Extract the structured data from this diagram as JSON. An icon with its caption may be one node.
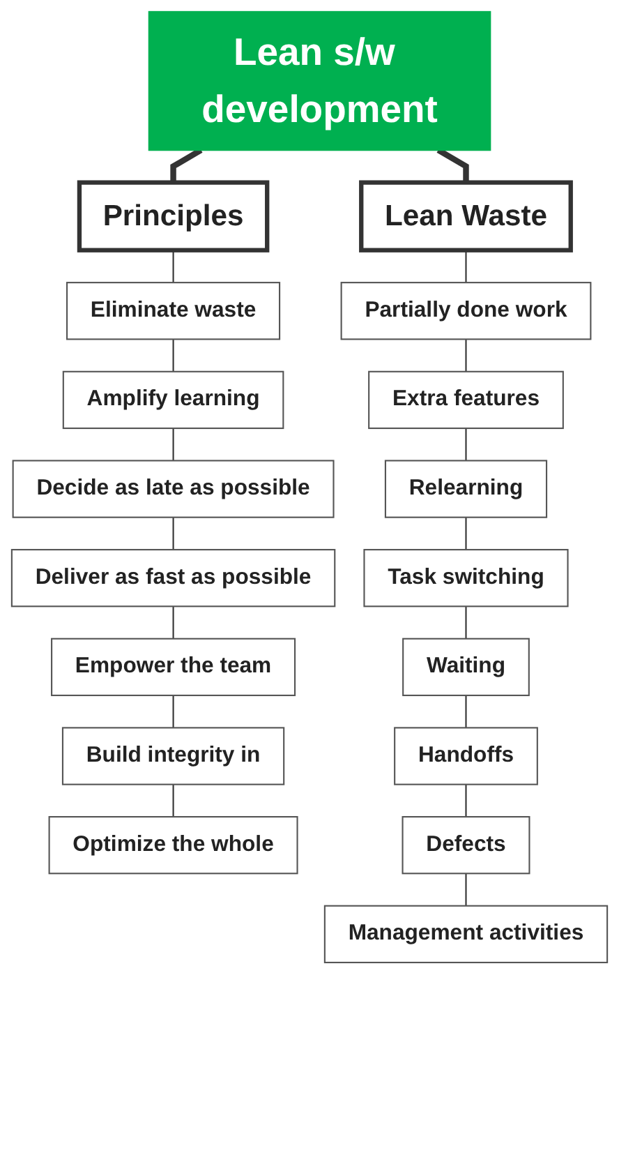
{
  "diagram": {
    "nodes": [
      {
        "text": [
          "Lean s/w development"
        ]
      },
      {
        "text": [
          "Principles"
        ]
      },
      {
        "text": [
          "Eliminate waste"
        ]
      },
      {
        "text": [
          "Amplify learning"
        ]
      },
      {
        "text": [
          "Decide as late as possible"
        ]
      },
      {
        "text": [
          "Deliver as fast as possible"
        ]
      },
      {
        "text": [
          "Empower the team"
        ]
      },
      {
        "text": [
          "Build integrity in"
        ]
      },
      {
        "text": [
          "Optimize the whole"
        ]
      },
      {
        "text": [
          "Lean Waste"
        ]
      },
      {
        "text": [
          "Partially done work"
        ]
      },
      {
        "text": [
          "Extra features"
        ]
      },
      {
        "text": [
          "Relearning"
        ]
      },
      {
        "text": [
          "Task switching"
        ]
      },
      {
        "text": [
          "Waiting"
        ]
      },
      {
        "text": [
          "Handoffs"
        ]
      },
      {
        "text": [
          "Defects"
        ]
      },
      {
        "text": [
          "Management activities"
        ]
      }
    ],
    "edges": [
      {
        "from": 0,
        "to": 1,
        "arrow": "none",
        "style": "thick"
      },
      {
        "from": 0,
        "to": 9,
        "arrow": "none",
        "style": "thick"
      },
      {
        "from": 1,
        "to": 2,
        "arrow": "none"
      },
      {
        "from": 2,
        "to": 3,
        "arrow": "none"
      },
      {
        "from": 3,
        "to": 4,
        "arrow": "none"
      },
      {
        "from": 4,
        "to": 5,
        "arrow": "none"
      },
      {
        "from": 5,
        "to": 6,
        "arrow": "none"
      },
      {
        "from": 6,
        "to": 7,
        "arrow": "none"
      },
      {
        "from": 7,
        "to": 8,
        "arrow": "none"
      },
      {
        "from": 9,
        "to": 10,
        "arrow": "none"
      },
      {
        "from": 10,
        "to": 11,
        "arrow": "none"
      },
      {
        "from": 11,
        "to": 12,
        "arrow": "none"
      },
      {
        "from": 12,
        "to": 13,
        "arrow": "none"
      },
      {
        "from": 13,
        "to": 14,
        "arrow": "none"
      },
      {
        "from": 14,
        "to": 15,
        "arrow": "none"
      },
      {
        "from": 15,
        "to": 16,
        "arrow": "none"
      },
      {
        "from": 16,
        "to": 17,
        "arrow": "none"
      }
    ]
  }
}
